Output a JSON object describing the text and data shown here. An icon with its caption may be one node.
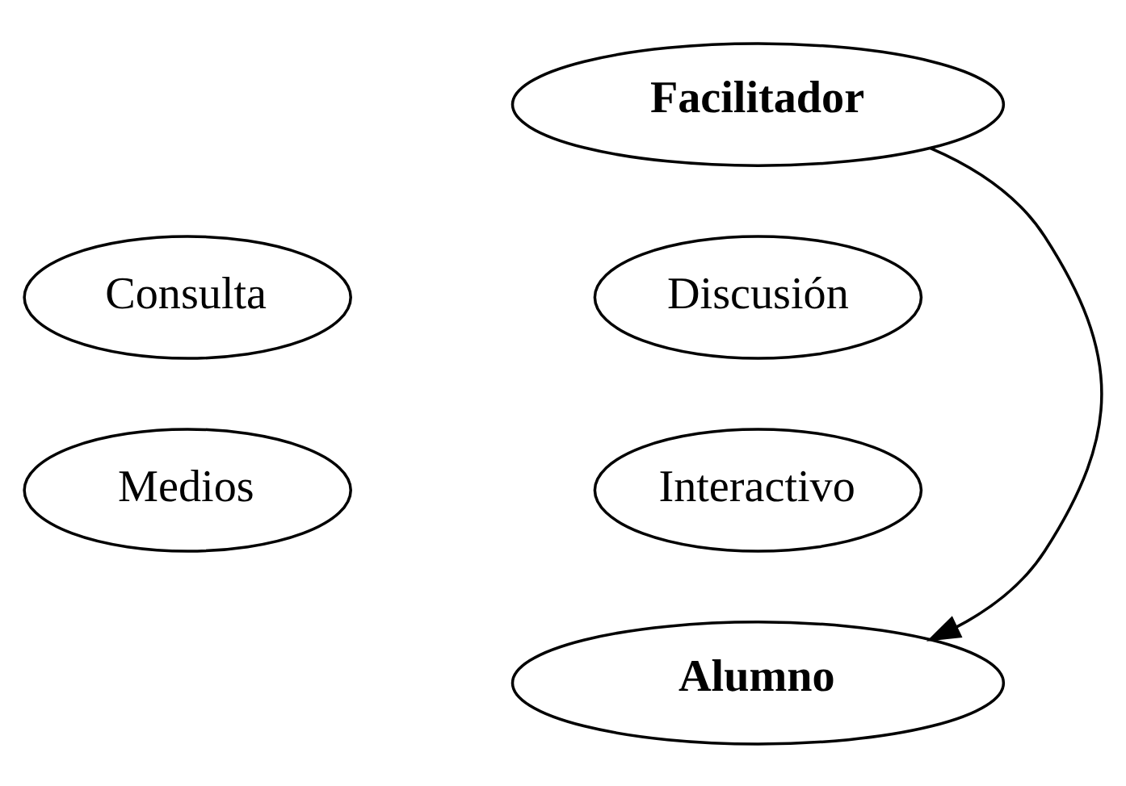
{
  "diagram": {
    "nodes": [
      {
        "text": [
          "Facilitador"
        ]
      },
      {
        "text": [
          "Consulta"
        ]
      },
      {
        "text": [
          "Discusión"
        ]
      },
      {
        "text": [
          "Medios"
        ]
      },
      {
        "text": [
          "Interactivo"
        ]
      },
      {
        "text": [
          "Alumno"
        ]
      }
    ],
    "edges": [
      {
        "from": 0,
        "to": 5,
        "arrow": "to"
      }
    ]
  }
}
